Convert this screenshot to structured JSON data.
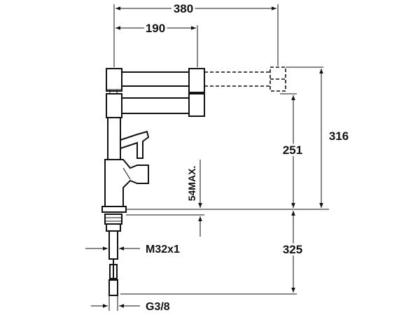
{
  "dimensions": {
    "total_reach": "380",
    "half_reach": "190",
    "total_height": "316",
    "spout_height": "251",
    "max_deck_thickness": "54MAX.",
    "below_deck_length": "325",
    "mount_thread": "M32x1",
    "hose_thread": "G3/8"
  },
  "colors": {
    "line": "#111111",
    "background": "#ffffff"
  }
}
